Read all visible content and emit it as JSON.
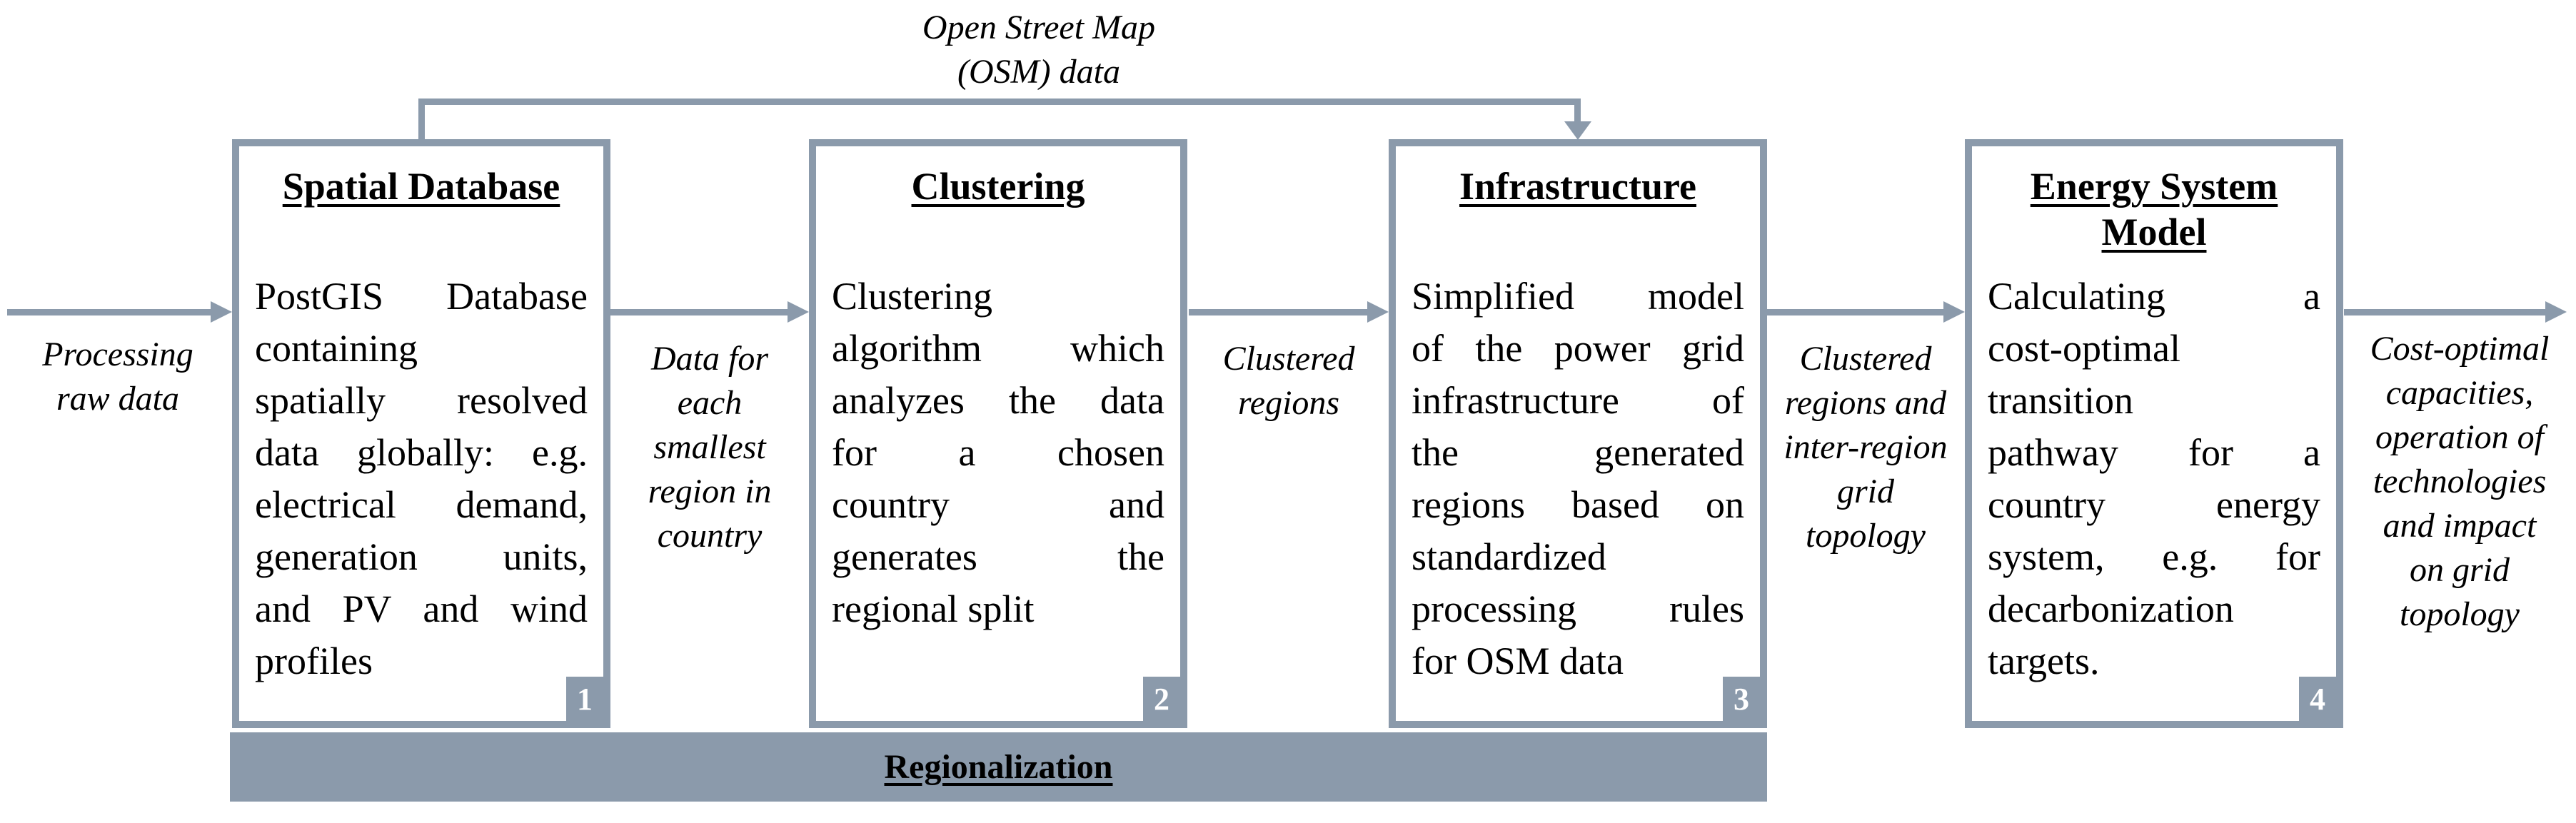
{
  "figure": {
    "accent_color": "#8b9aab",
    "background_color": "#ffffff",
    "osm_feed_label": "Open Street Map\n(OSM) data",
    "bottom_bar_label": "Regionalization"
  },
  "boxes": [
    {
      "number": "1",
      "title": "Spatial Database",
      "body_lines": [
        "PostGIS Database",
        "containing",
        "spatially resolved",
        "data globally: e.g.",
        "electrical demand,",
        "generation units,",
        "and PV and wind",
        "profiles"
      ]
    },
    {
      "number": "2",
      "title": "Clustering",
      "body_lines": [
        "Clustering",
        "algorithm which",
        "analyzes the data",
        "for a chosen",
        "country and",
        "generates the",
        "regional split"
      ]
    },
    {
      "number": "3",
      "title": "Infrastructure",
      "body_lines": [
        "Simplified model",
        "of the power grid",
        "infrastructure of",
        "the generated",
        "regions based on",
        "standardized",
        "processing rules",
        "for OSM data"
      ]
    },
    {
      "number": "4",
      "title": "Energy System Model",
      "body_lines": [
        "Calculating a",
        "cost-optimal",
        "transition",
        "pathway for a",
        "country energy",
        "system, e.g. for",
        "decarbonization",
        "targets."
      ]
    }
  ],
  "flow_labels": [
    {
      "text": "Processing\nraw data"
    },
    {
      "text": "Data for\neach\nsmallest\nregion in\ncountry"
    },
    {
      "text": "Clustered\nregions"
    },
    {
      "text": "Clustered\nregions and\ninter-region\ngrid\ntopology"
    },
    {
      "text": "Cost-optimal\ncapacities,\noperation of\ntechnologies\nand impact\non grid\ntopology"
    }
  ]
}
